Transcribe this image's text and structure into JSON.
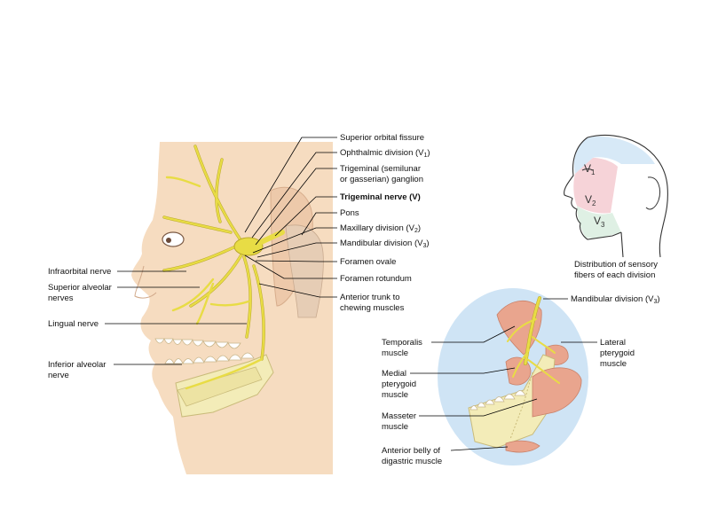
{
  "head_labels": {
    "superior_orbital_fissure": "Superior orbital fissure",
    "ophthalmic_division": "Ophthalmic division (V",
    "ophthalmic_sub": "1",
    "trigeminal_ganglion_1": "Trigeminal (semilunar",
    "trigeminal_ganglion_2": "or gasserian) ganglion",
    "trigeminal_nerve": "Trigeminal nerve (V)",
    "pons": "Pons",
    "maxillary_division": "Maxillary division (V",
    "maxillary_sub": "2",
    "mandibular_division": "Mandibular division (V",
    "mandibular_sub": "3",
    "foramen_ovale": "Foramen ovale",
    "foramen_rotundum": "Foramen rotundum",
    "anterior_trunk_1": "Anterior trunk to",
    "anterior_trunk_2": "chewing muscles",
    "infraorbital_nerve": "Infraorbital nerve",
    "superior_alveolar_1": "Superior alveolar",
    "superior_alveolar_2": "nerves",
    "lingual_nerve": "Lingual nerve",
    "inferior_alveolar_1": "Inferior alveolar",
    "inferior_alveolar_2": "nerve"
  },
  "distribution": {
    "v1": "V",
    "v1_sub": "1",
    "v2": "V",
    "v2_sub": "2",
    "v3": "V",
    "v3_sub": "3",
    "caption_1": "Distribution of sensory",
    "caption_2": "fibers of each division"
  },
  "jaw_labels": {
    "mandibular_division": "Mandibular division (V",
    "mandibular_sub": "3",
    "temporalis_1": "Temporalis",
    "temporalis_2": "muscle",
    "lateral_pterygoid_1": "Lateral",
    "lateral_pterygoid_2": "pterygoid",
    "lateral_pterygoid_3": "muscle",
    "medial_pterygoid_1": "Medial",
    "medial_pterygoid_2": "pterygoid",
    "medial_pterygoid_3": "muscle",
    "masseter_1": "Masseter",
    "masseter_2": "muscle",
    "digastric_1": "Anterior belly of",
    "digastric_2": "digastric muscle"
  },
  "colors": {
    "skin": "#f6dcc0",
    "nerve": "#e8dc45",
    "muscle": "#e9a58e",
    "bone": "#f3ecb8",
    "circle_bg": "#cfe4f5",
    "v1_zone": "#d7e9f7",
    "v2_zone": "#f6d3d8",
    "v3_zone": "#dff0e4"
  }
}
